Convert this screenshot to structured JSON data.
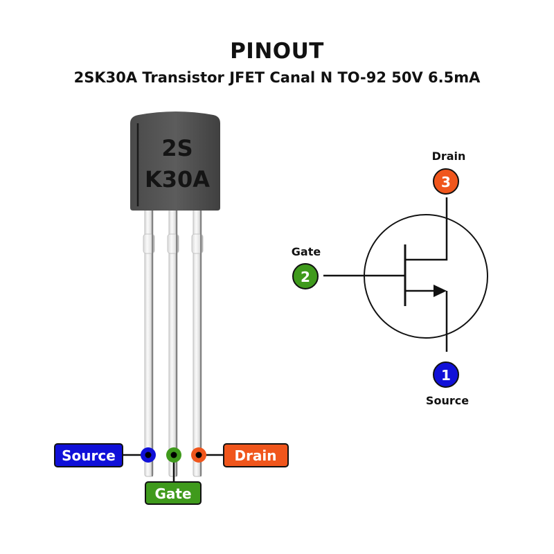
{
  "header": {
    "title": "PINOUT",
    "subtitle": "2SK30A Transistor JFET Canal N TO-92 50V 6.5mA"
  },
  "package": {
    "marking_line1": "2S",
    "marking_line2": "K30A",
    "type": "TO-92"
  },
  "pins": [
    {
      "number": "1",
      "name": "Source",
      "color": "#1010d8"
    },
    {
      "number": "2",
      "name": "Gate",
      "color": "#3f9a1c"
    },
    {
      "number": "3",
      "name": "Drain",
      "color": "#f0561c"
    }
  ],
  "physical_labels": {
    "source": "Source",
    "gate": "Gate",
    "drain": "Drain"
  },
  "schematic": {
    "symbol": "N-channel JFET",
    "drain_label": "Drain",
    "drain_number": "3",
    "gate_label": "Gate",
    "gate_number": "2",
    "source_label": "Source",
    "source_number": "1"
  }
}
